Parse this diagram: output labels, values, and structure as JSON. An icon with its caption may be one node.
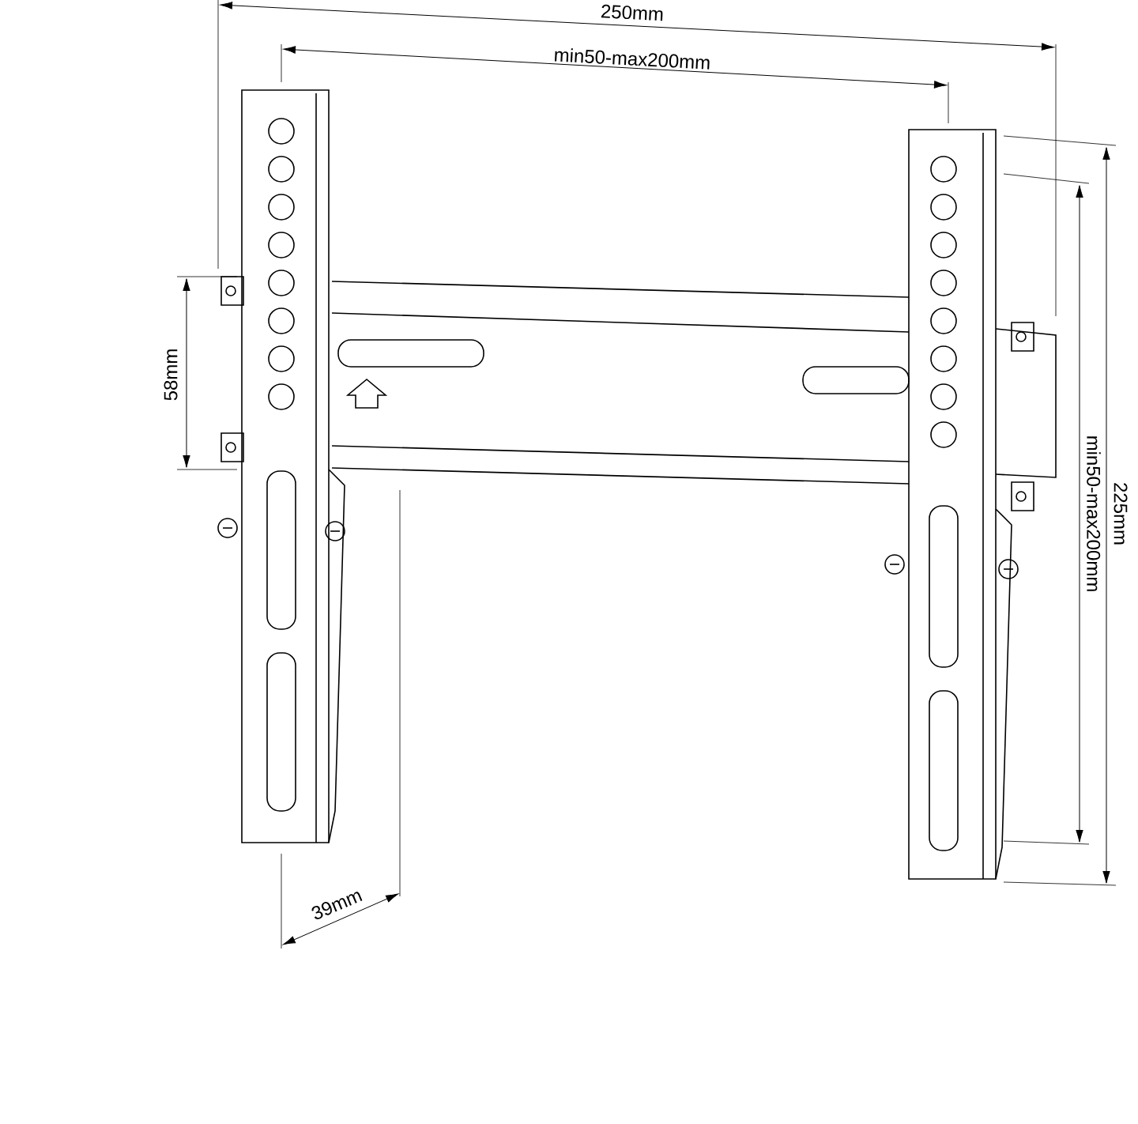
{
  "diagram": {
    "labels": [
      "250mm",
      "min50-max200mm",
      "58mm",
      "min50-max200mm",
      "225mm",
      "39mm"
    ]
  }
}
